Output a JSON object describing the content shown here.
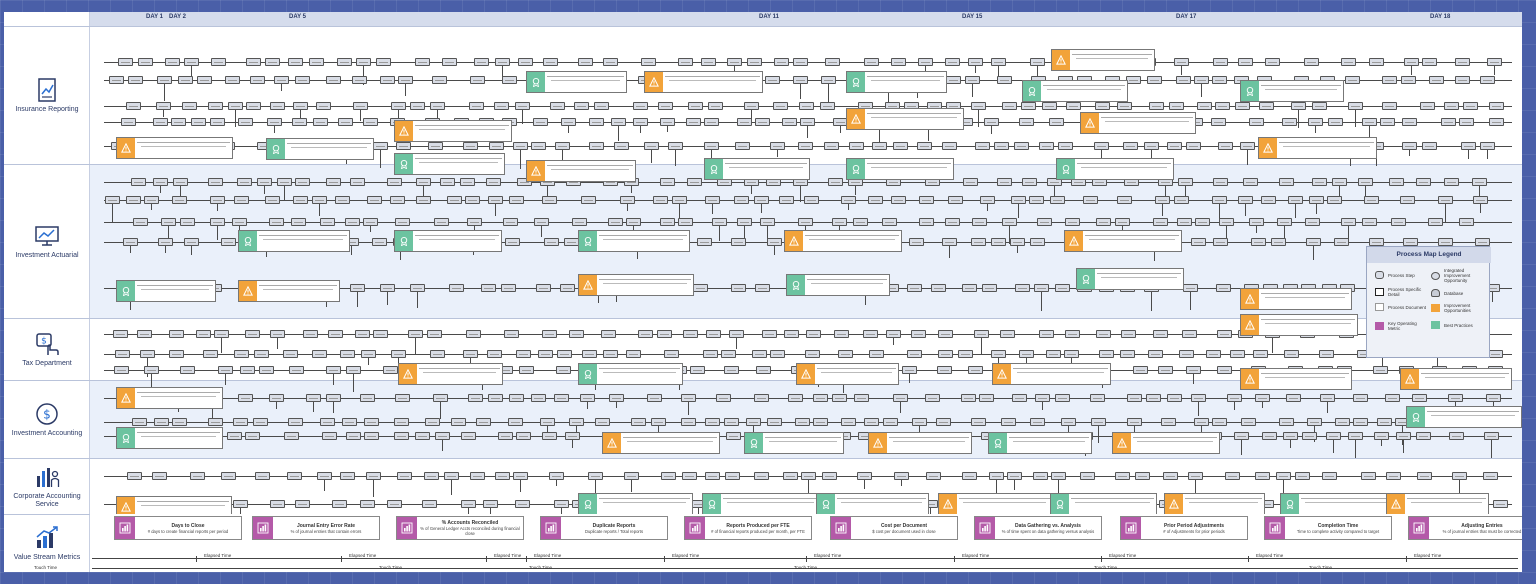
{
  "days": [
    "DAY 1",
    "DAY 2",
    "DAY 5",
    "DAY 11",
    "DAY 15",
    "DAY 17",
    "DAY 18"
  ],
  "lanes": [
    {
      "name": "Insurance Reporting",
      "icon": "chart-report-icon"
    },
    {
      "name": "Investment Actuarial",
      "icon": "monitor-chart-icon"
    },
    {
      "name": "Tax Department",
      "icon": "dollar-hand-icon"
    },
    {
      "name": "Investment Accounting",
      "icon": "dollar-circle-icon"
    },
    {
      "name": "Corporate Accounting Service",
      "icon": "bar-chart-person-icon"
    },
    {
      "name": "Value Stream Metrics",
      "icon": "trend-chart-icon"
    }
  ],
  "legend": {
    "title": "Process Map Legend",
    "items": [
      "Process Step",
      "Integrated Improvement Opportunity",
      "Process Specific Detail",
      "Database",
      "Process Document",
      "Improvement Opportunities",
      "Key Operating Metric",
      "Best Practices"
    ]
  },
  "metrics": [
    {
      "title": "Days to Close",
      "sub": "# days to create financial reports per period"
    },
    {
      "title": "Journal Entry Error Rate",
      "sub": "% of journal entries that contain errors"
    },
    {
      "title": "% Accounts Reconciled",
      "sub": "% of General Ledger Accts reconciled during financial close"
    },
    {
      "title": "Duplicate Reports",
      "sub": "Duplicate reports / Total reports"
    },
    {
      "title": "Reports Produced per FTE",
      "sub": "# of financial reports produced per month, per FTE"
    },
    {
      "title": "Cost per Document",
      "sub": "$ cost per document used in close"
    },
    {
      "title": "Data Gathering vs. Analysis",
      "sub": "% of time spent on data gathering versus analysis"
    },
    {
      "title": "Prior Period Adjustments",
      "sub": "# of Adjustments for prior periods"
    },
    {
      "title": "Completion Time",
      "sub": "Time to complete activity compared to target"
    },
    {
      "title": "Adjusting Entries",
      "sub": "% of journal entries that must be corrected"
    }
  ],
  "time_labels": {
    "elapsed": "Elapsed Time",
    "touch": "Touch Time"
  },
  "colors": {
    "improvement": "#f2a33a",
    "best_practice": "#6cc3a0",
    "metric": "#b45aa8",
    "lane_blue": "#eaf0fa"
  }
}
